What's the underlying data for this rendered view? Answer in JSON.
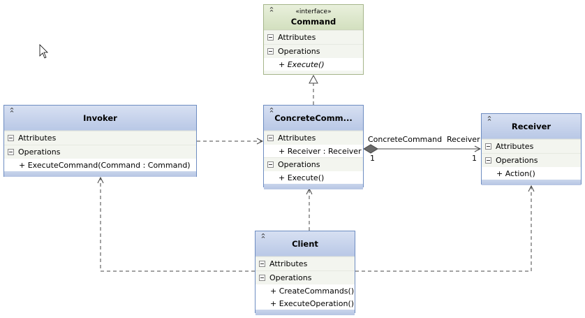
{
  "classes": {
    "command": {
      "stereotype": "«interface»",
      "name": "Command",
      "attributes_label": "Attributes",
      "operations_label": "Operations",
      "operations": [
        "+ Execute()"
      ]
    },
    "invoker": {
      "name": "Invoker",
      "attributes_label": "Attributes",
      "operations_label": "Operations",
      "operations": [
        "+ ExecuteCommand(Command : Command)"
      ]
    },
    "concrete_command": {
      "name": "ConcreteComm...",
      "attributes_label": "Attributes",
      "attributes": [
        "+ Receiver : Receiver"
      ],
      "operations_label": "Operations",
      "operations": [
        "+ Execute()"
      ]
    },
    "receiver": {
      "name": "Receiver",
      "attributes_label": "Attributes",
      "operations_label": "Operations",
      "operations": [
        "+ Action()"
      ]
    },
    "client": {
      "name": "Client",
      "attributes_label": "Attributes",
      "operations_label": "Operations",
      "operations": [
        "+ CreateCommands()",
        "+ ExecuteOperation()"
      ]
    }
  },
  "association": {
    "source_role": "ConcreteCommand",
    "target_role": "Receiver",
    "source_multiplicity": "1",
    "target_multiplicity": "1"
  },
  "colors": {
    "class_border": "#6d8cc1",
    "interface_border": "#a5b58a",
    "connector": "#444444"
  }
}
